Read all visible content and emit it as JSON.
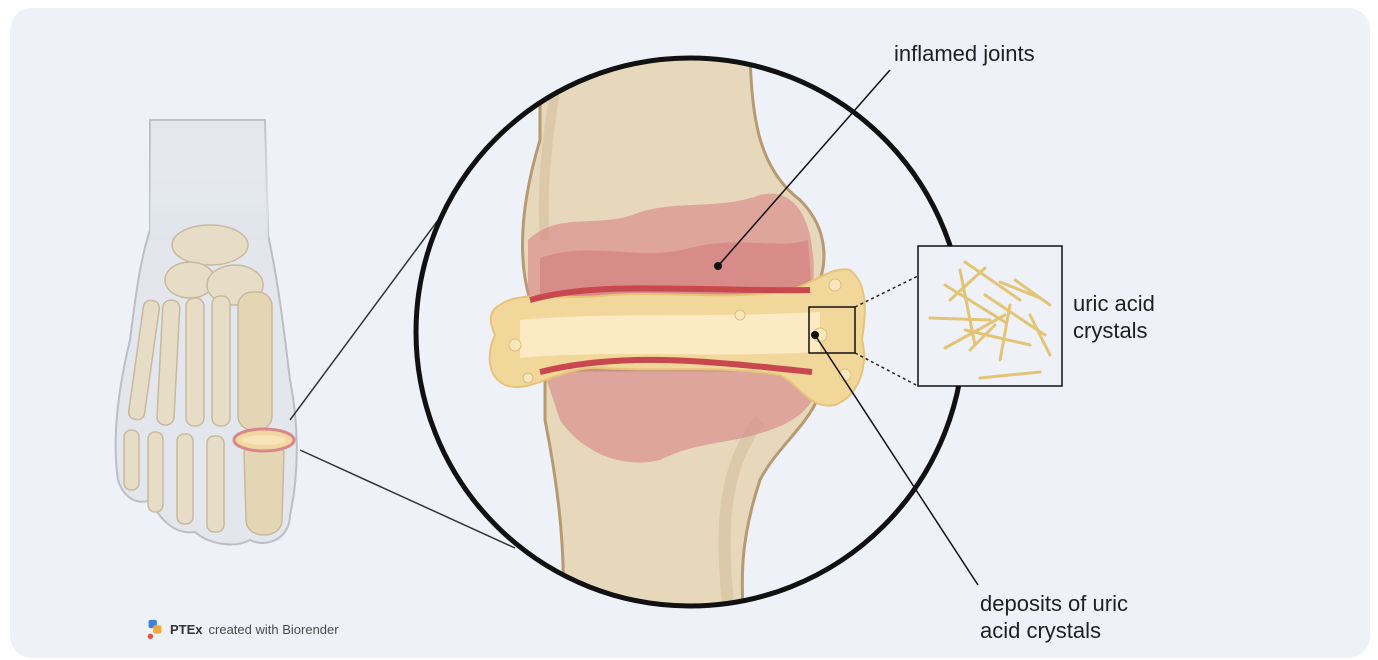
{
  "labels": {
    "inflamed_joints": "inflamed joints",
    "uric_acid_crystals_line1": "uric acid",
    "uric_acid_crystals_line2": "crystals",
    "deposits_line1": "deposits of uric",
    "deposits_line2": "acid crystals"
  },
  "credit": {
    "brand": "PTEx",
    "text": "created with Biorender"
  },
  "colors": {
    "background": "#eef1f8",
    "bone": "#e9dcbf",
    "bone_shadow": "#cdb894",
    "inflammation": "#d9868a",
    "inflammation_dark": "#c9474e",
    "cartilage": "#f6dba0",
    "crystal": "#e8cd7e",
    "outline": "#111111"
  },
  "icons": {
    "foot": "foot-skeleton-icon",
    "joint": "inflamed-joint-illustration",
    "crystals": "uric-acid-crystals-icon",
    "logo": "biorender-logo-icon"
  }
}
